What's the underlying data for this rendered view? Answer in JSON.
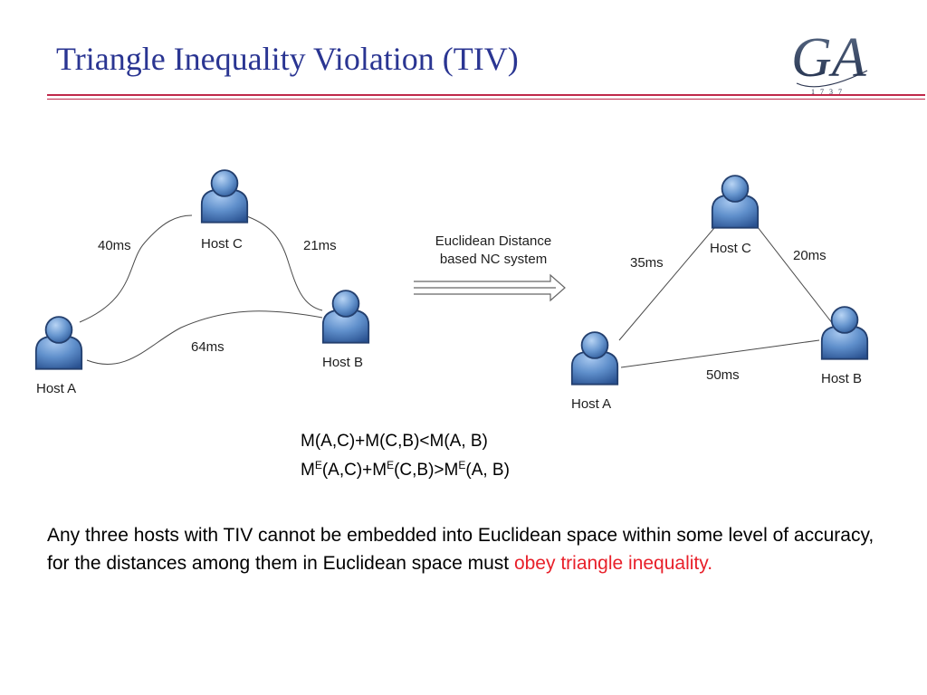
{
  "title": "Triangle Inequality Violation (TIV)",
  "logo": {
    "letters": "GA",
    "year": "1737"
  },
  "left_diagram": {
    "host_a": "Host A",
    "host_b": "Host B",
    "host_c": "Host C",
    "edge_ac": "40ms",
    "edge_cb": "21ms",
    "edge_ab": "64ms"
  },
  "arrow": {
    "line1": "Euclidean Distance",
    "line2": "based NC system"
  },
  "right_diagram": {
    "host_a": "Host A",
    "host_b": "Host B",
    "host_c": "Host C",
    "edge_ac": "35ms",
    "edge_cb": "20ms",
    "edge_ab": "50ms"
  },
  "formulas": {
    "line1": "M(A,C)+M(C,B)<M(A, B)",
    "line2": {
      "m": "M",
      "sup": "E",
      "part1": "(A,C)+M",
      "part2": "(C,B)>M",
      "part3": "(A, B)"
    }
  },
  "body": {
    "text": "Any three hosts with TIV cannot be embedded into Euclidean space within some level of accuracy, for the distances among them in Euclidean space must ",
    "highlight": "obey triangle inequality."
  }
}
